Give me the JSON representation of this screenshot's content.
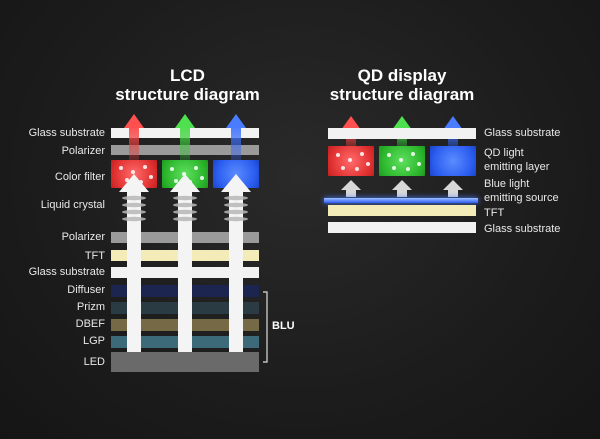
{
  "lcd": {
    "title_line1": "LCD",
    "title_line2": "structure diagram",
    "labels": {
      "glass_substrate_top": "Glass substrate",
      "polarizer_top": "Polarizer",
      "color_filter": "Color filter",
      "liquid_crystal": "Liquid crystal",
      "polarizer_bottom": "Polarizer",
      "tft": "TFT",
      "glass_substrate_bottom": "Glass substrate",
      "diffuser": "Diffuser",
      "prizm": "Prizm",
      "dbef": "DBEF",
      "lgp": "LGP",
      "led": "LED"
    },
    "blu_label": "BLU"
  },
  "qd": {
    "title_line1": "QD display",
    "title_line2": "structure diagram",
    "labels": {
      "glass_substrate_top": "Glass substrate",
      "qd_light_line1": "QD light",
      "qd_light_line2": "emitting layer",
      "blue_light_line1": "Blue light",
      "blue_light_line2": "emitting source",
      "tft": "TFT",
      "glass_substrate_bottom": "Glass substrate"
    }
  },
  "colors": {
    "red": "#e23232",
    "green": "#2eb82e",
    "blue": "#2b5df0",
    "glass": "#f2f2f2",
    "polarizer": "#9a9a9a",
    "tft": "#f3ecb8",
    "diffuser": "#1c2550",
    "prizm": "#2a3b44",
    "dbef": "#756a45",
    "lgp": "#3d6a78",
    "led": "#6a6a6a"
  }
}
